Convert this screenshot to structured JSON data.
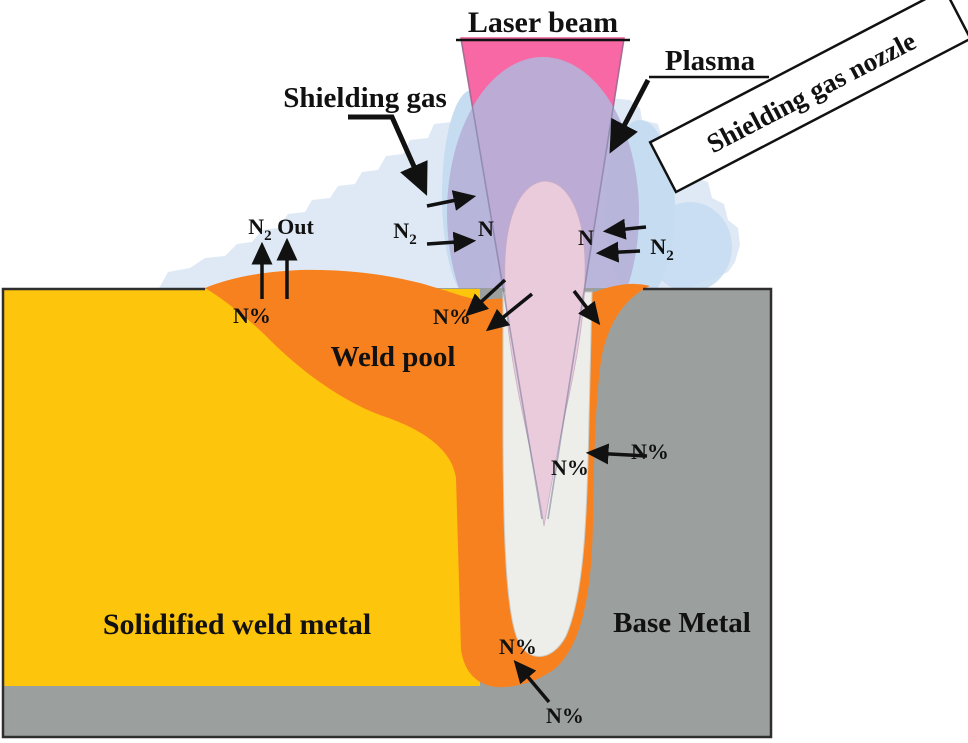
{
  "figure": {
    "type": "laser-welding-schematic",
    "labels": {
      "laser_beam": "Laser beam",
      "plasma": "Plasma",
      "shielding_gas": "Shielding gas",
      "shielding_gas_nozzle": "Shielding gas nozzle",
      "weld_pool": "Weld pool",
      "solidified_weld_metal": "Solidified weld metal",
      "base_metal": "Base Metal",
      "n": "N",
      "n2_main": "N",
      "n2_sub": "2",
      "n2_out_rest": " Out",
      "n_percent": "N%"
    },
    "colors": {
      "laser_beam_pink": "#f768a4",
      "laser_beam_edge": "#e65d95",
      "plasma_purple": "#b6b1d8",
      "vapor_plume_pink": "#e9cbdc",
      "shielding_gas_blue": "#dee9f5",
      "shielding_gas_inner_blue": "#c6dcf1",
      "keyhole_white": "#edede9",
      "weld_pool_orange": "#f8811f",
      "solidified_yellow": "#fec50d",
      "base_metal_gray": "#9ba09f",
      "nozzle_fill": "#ffffff",
      "outline": "#2e2e2e"
    }
  }
}
